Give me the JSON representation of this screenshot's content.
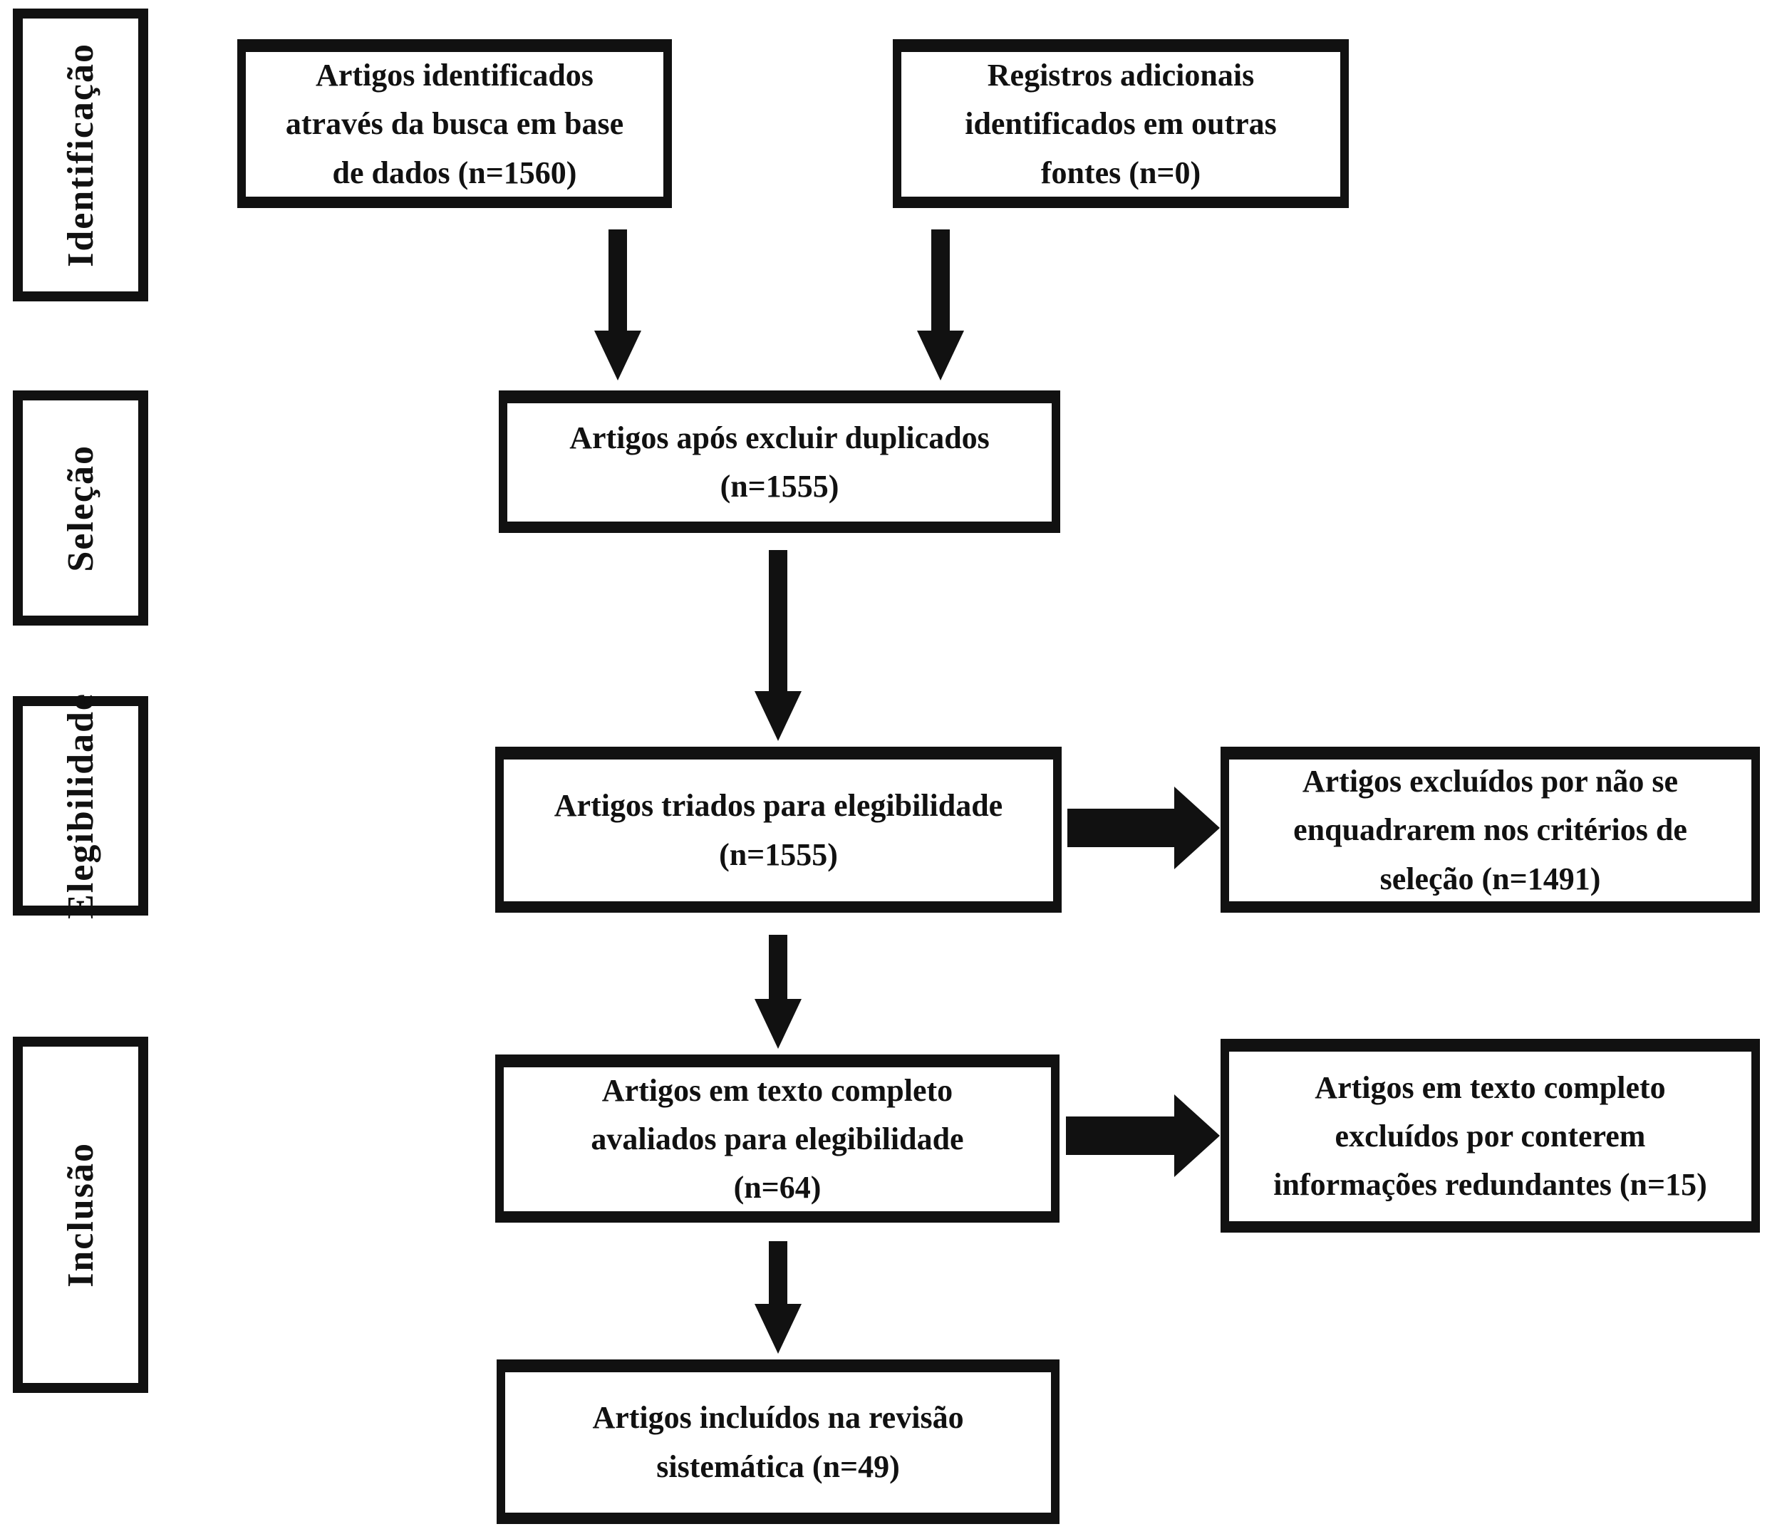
{
  "diagram": {
    "type": "prisma-flowchart",
    "language": "pt-BR",
    "background_color": "#ffffff",
    "ink_color": "#111111",
    "stages": [
      {
        "label": "Identificação"
      },
      {
        "label": "Seleção"
      },
      {
        "label": "Elegibilidade"
      },
      {
        "label": "Inclusão"
      }
    ],
    "boxes": {
      "identified_db": "Artigos identificados\natravés da busca em base\nde dados (n=1560)",
      "additional_sources": "Registros adicionais\nidentificados em outras\nfontes (n=0)",
      "after_duplicates": "Artigos após excluir duplicados\n(n=1555)",
      "screened": "Artigos triados para elegibilidade\n(n=1555)",
      "excluded_criteria": "Artigos excluídos por não se\nenquadrarem nos critérios de\nseleção (n=1491)",
      "fulltext_assessed": "Artigos em texto completo\navaliados para elegibilidade\n(n=64)",
      "fulltext_excluded": "Artigos em texto completo\nexcluídos por conterem\ninformações redundantes (n=15)",
      "included": "Artigos incluídos na revisão\nsistemática (n=49)"
    },
    "counts": {
      "identified_database": 1560,
      "additional_sources": 0,
      "after_duplicates_removed": 1555,
      "screened": 1555,
      "excluded_not_meeting_criteria": 1491,
      "fulltext_assessed": 64,
      "fulltext_excluded_redundant": 15,
      "included_in_review": 49
    }
  }
}
